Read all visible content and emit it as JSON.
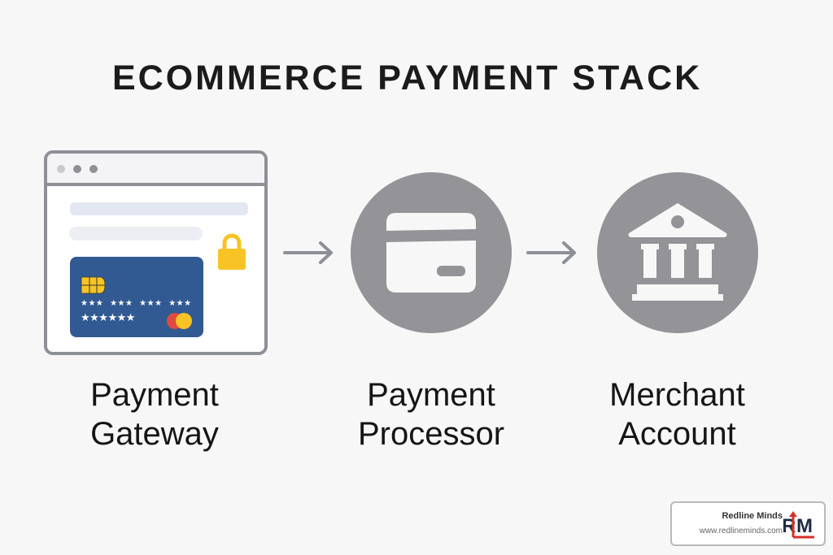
{
  "title": "ECOMMERCE PAYMENT STACK",
  "stages": [
    {
      "label_line1": "Payment",
      "label_line2": "Gateway",
      "icon": "browser-checkout-icon"
    },
    {
      "label_line1": "Payment",
      "label_line2": "Processor",
      "icon": "credit-card-icon"
    },
    {
      "label_line1": "Merchant",
      "label_line2": "Account",
      "icon": "bank-icon"
    }
  ],
  "gateway_card": {
    "number_masked_line1": "★★★ ★★★ ★★★ ★★★",
    "number_masked_line2": "★★★★★★"
  },
  "badge": {
    "name": "Redline Minds",
    "url": "www.redlineminds.com",
    "logo_text": "RM"
  },
  "colors": {
    "background": "#f7f7f8",
    "icon_gray": "#939398",
    "browser_border": "#8e9097",
    "card_blue": "#325a92",
    "lock_yellow": "#f7c325",
    "mastercard_red": "#e04a3f",
    "brand_red": "#d62f2a",
    "brand_navy": "#1f2a44"
  }
}
